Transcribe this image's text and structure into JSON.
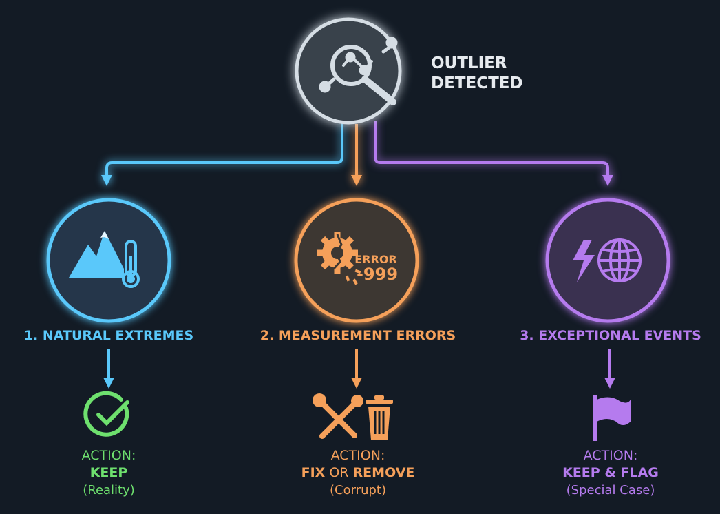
{
  "root": {
    "title_line1": "OUTLIER",
    "title_line2": "DETECTED",
    "icon": "magnifier-chart-icon"
  },
  "colors": {
    "background": "#131b25",
    "natural": "#5ac8fa",
    "measurement": "#f5a05a",
    "exceptional": "#b57bee",
    "keep": "#6ee06e",
    "root": "#d5dde4"
  },
  "branches": [
    {
      "label": "1. NATURAL EXTREMES",
      "icon": "mountain-thermometer-icon",
      "action_label": "ACTION:",
      "action": "KEEP",
      "note": "(Reality)",
      "action_icon": "check-circle-icon"
    },
    {
      "label": "2. MEASUREMENT ERRORS",
      "icon": "broken-gear-icon",
      "icon_text_1": "ERROR",
      "icon_text_2": "-999",
      "action_label": "ACTION:",
      "action_part1": "FIX",
      "action_or": " OR ",
      "action_part2": "REMOVE",
      "note": "(Corrupt)",
      "action_icon": "wrench-trash-icon"
    },
    {
      "label": "3. EXCEPTIONAL EVENTS",
      "icon": "lightning-globe-icon",
      "action_label": "ACTION:",
      "action": "KEEP & FLAG",
      "note": "(Special Case)",
      "action_icon": "flag-icon"
    }
  ]
}
